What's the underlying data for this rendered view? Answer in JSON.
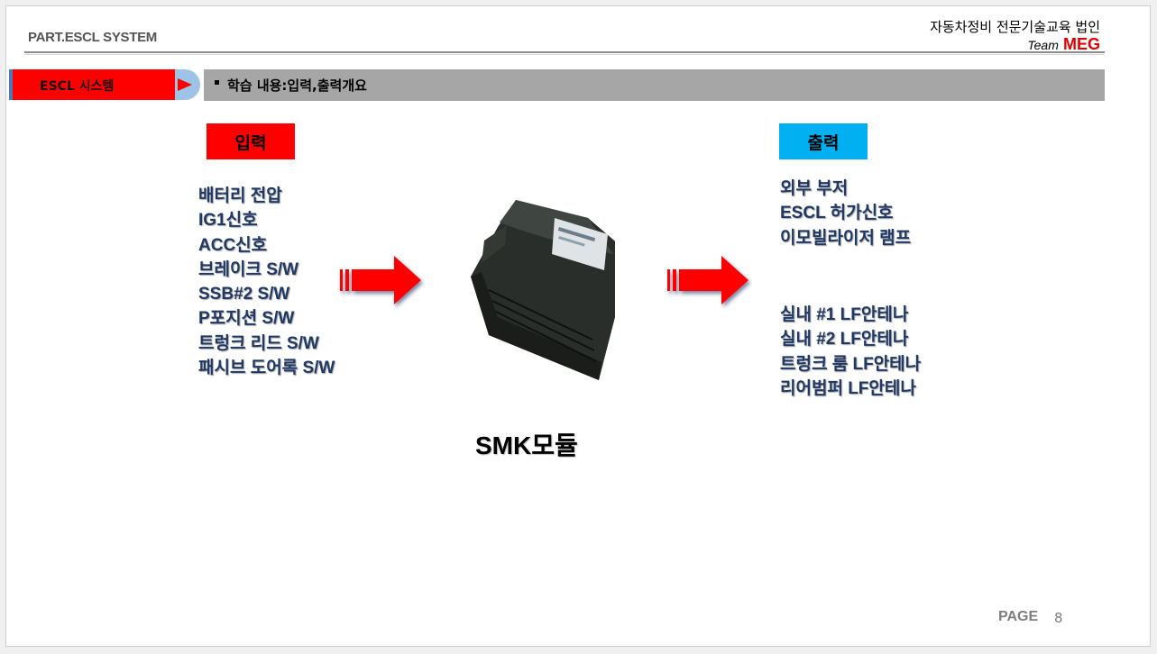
{
  "header": {
    "part_title": "PART.ESCL SYSTEM",
    "org_name": "자동차정비 전문기술교육 법인",
    "team_prefix": "Team",
    "team_name": "MEG"
  },
  "section": {
    "badge": "ESCL 시스템",
    "topic": "학습 내용:입력,출력개요"
  },
  "inputs": {
    "label": "입력",
    "items": [
      "배터리 전압",
      "IG1신호",
      "ACC신호",
      "브레이크 S/W",
      "SSB#2 S/W",
      "P포지션 S/W",
      "트렁크 리드 S/W",
      "패시브 도어록 S/W"
    ]
  },
  "module": {
    "caption": "SMK모듈"
  },
  "outputs": {
    "label": "출력",
    "group_a": [
      "외부 부저",
      "ESCL 허가신호",
      "이모빌라이저 램프"
    ],
    "group_b": [
      "실내 #1 LF안테나",
      "실내 #2 LF안테나",
      "트렁크 룸 LF안테나",
      "리어범퍼 LF안테나"
    ]
  },
  "footer": {
    "page_label": "PAGE",
    "page_number": "8"
  },
  "colors": {
    "accent_red": "#ff0000",
    "accent_blue": "#00b0f0",
    "text_navy": "#1f3864",
    "topic_bar": "#a6a6a6"
  }
}
